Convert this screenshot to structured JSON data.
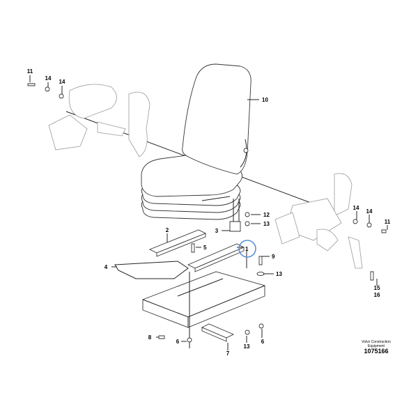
{
  "diagram": {
    "callouts": [
      {
        "id": "11a",
        "text": "11"
      },
      {
        "id": "14a",
        "text": "14"
      },
      {
        "id": "14b",
        "text": "14"
      },
      {
        "id": "10",
        "text": "10"
      },
      {
        "id": "12",
        "text": "12"
      },
      {
        "id": "13a",
        "text": "13"
      },
      {
        "id": "3",
        "text": "3"
      },
      {
        "id": "2",
        "text": "2"
      },
      {
        "id": "5",
        "text": "5"
      },
      {
        "id": "1",
        "text": "1"
      },
      {
        "id": "4",
        "text": "4"
      },
      {
        "id": "9",
        "text": "9"
      },
      {
        "id": "13b",
        "text": "13"
      },
      {
        "id": "14c",
        "text": "14"
      },
      {
        "id": "14d",
        "text": "14"
      },
      {
        "id": "11b",
        "text": "11"
      },
      {
        "id": "15",
        "text": "15"
      },
      {
        "id": "16",
        "text": "16"
      },
      {
        "id": "8",
        "text": "8"
      },
      {
        "id": "6a",
        "text": "6"
      },
      {
        "id": "13c",
        "text": "13"
      },
      {
        "id": "6b",
        "text": "6"
      },
      {
        "id": "7",
        "text": "7"
      }
    ],
    "highlight_color": "#5b8fd4",
    "caption_line1": "Volvo Construction",
    "caption_line2": "Equipment",
    "drawing_number": "1075166"
  }
}
